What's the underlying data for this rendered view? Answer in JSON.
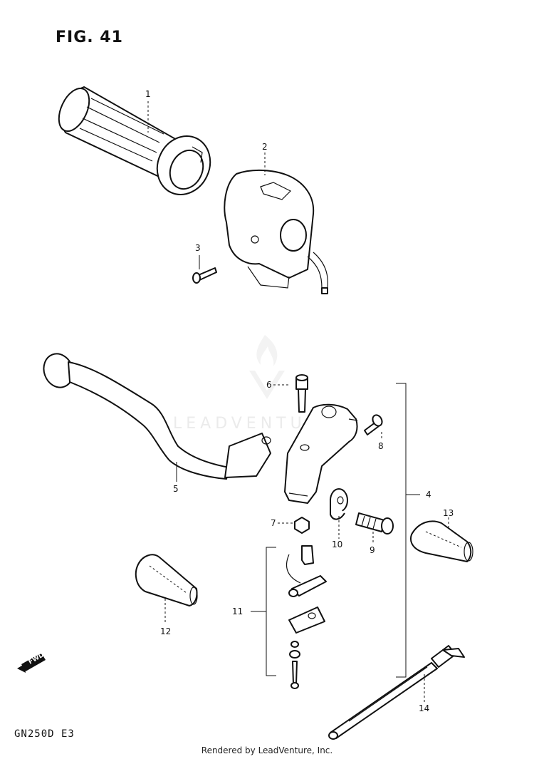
{
  "figure_title": "FIG. 41",
  "model_code": "GN250D E3",
  "footer": "Rendered by LeadVenture, Inc.",
  "watermark": {
    "text": "LEADVENTURE"
  },
  "forward_marker": "FWD",
  "callouts": {
    "c1": "1",
    "c2": "2",
    "c3": "3",
    "c4": "4",
    "c5": "5",
    "c6": "6",
    "c7": "7",
    "c8": "8",
    "c9": "9",
    "c10": "10",
    "c11": "11",
    "c12": "12",
    "c13": "13",
    "c14": "14"
  }
}
